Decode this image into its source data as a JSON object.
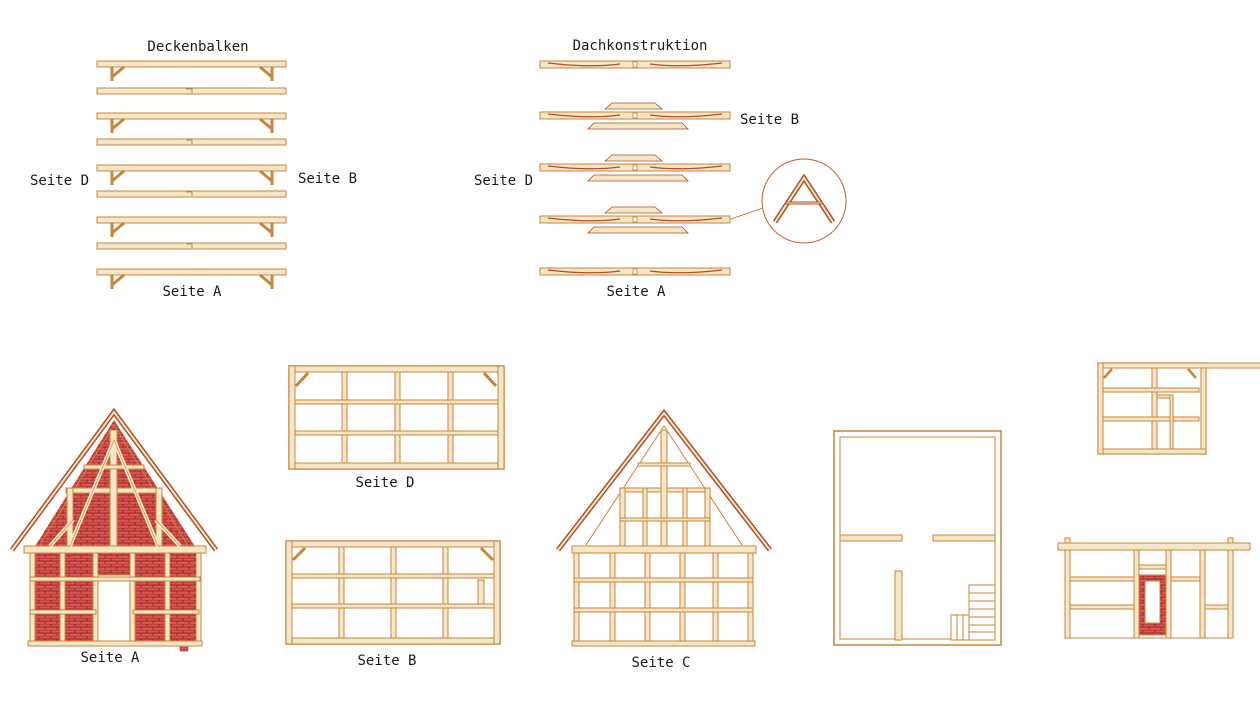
{
  "labels": {
    "deckenbalken_title": "Deckenbalken",
    "dachkonstruktion_title": "Dachkonstruktion",
    "db_seite_d": "Seite D",
    "db_seite_b": "Seite B",
    "db_seite_a": "Seite A",
    "dk_seite_b": "Seite B",
    "dk_seite_d": "Seite D",
    "dk_seite_a": "Seite A",
    "wall_a": "Seite A",
    "wall_d": "Seite D",
    "wall_b": "Seite B",
    "wall_c": "Seite C"
  },
  "colors": {
    "timber_fill": "#f6e6c8",
    "timber_stroke": "#c8843a",
    "brick_fill": "#d9544f",
    "brick_line": "#8b1e1a",
    "rafter_stroke": "#b0502a",
    "detail_circle": "#c0582e",
    "text": "#1a1a1a"
  }
}
